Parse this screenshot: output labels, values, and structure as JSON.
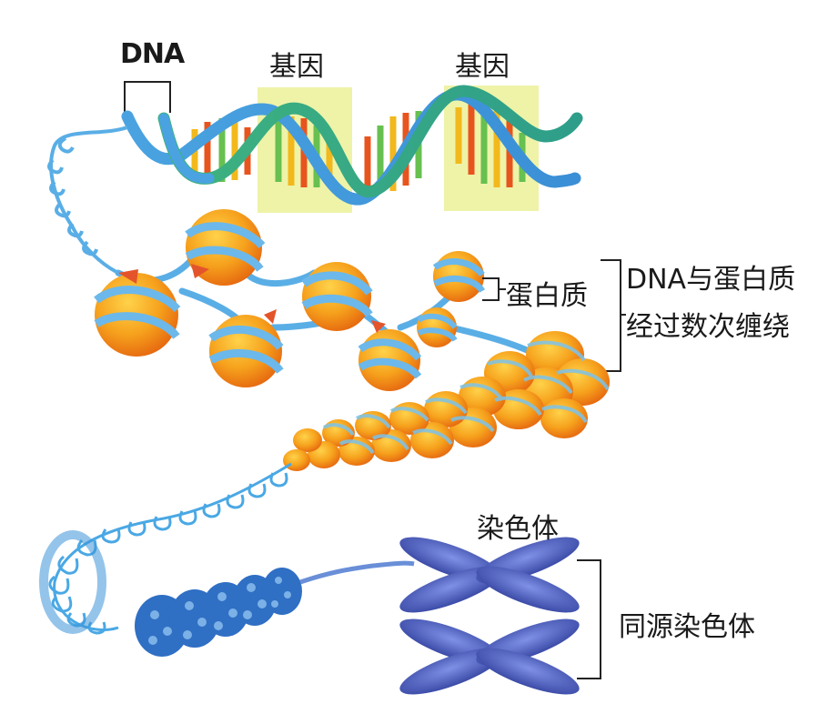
{
  "labels": {
    "dna": "DNA",
    "gene_1": "基因",
    "gene_2": "基因",
    "protein": "蛋白质",
    "dna_protein_winding": "DNA与蛋白质经过数次缠绕",
    "chromosome": "染色体",
    "homologous_chromosomes": "同源染色体"
  },
  "colors": {
    "dna_blue": "#4aa3e0",
    "dna_green": "#3fb27f",
    "gene_highlight": "#eef3a8",
    "histone_orange": "#f39a1e",
    "chromosome_blue": "#3f52b5",
    "fiber_blue": "#2f6fc4"
  }
}
